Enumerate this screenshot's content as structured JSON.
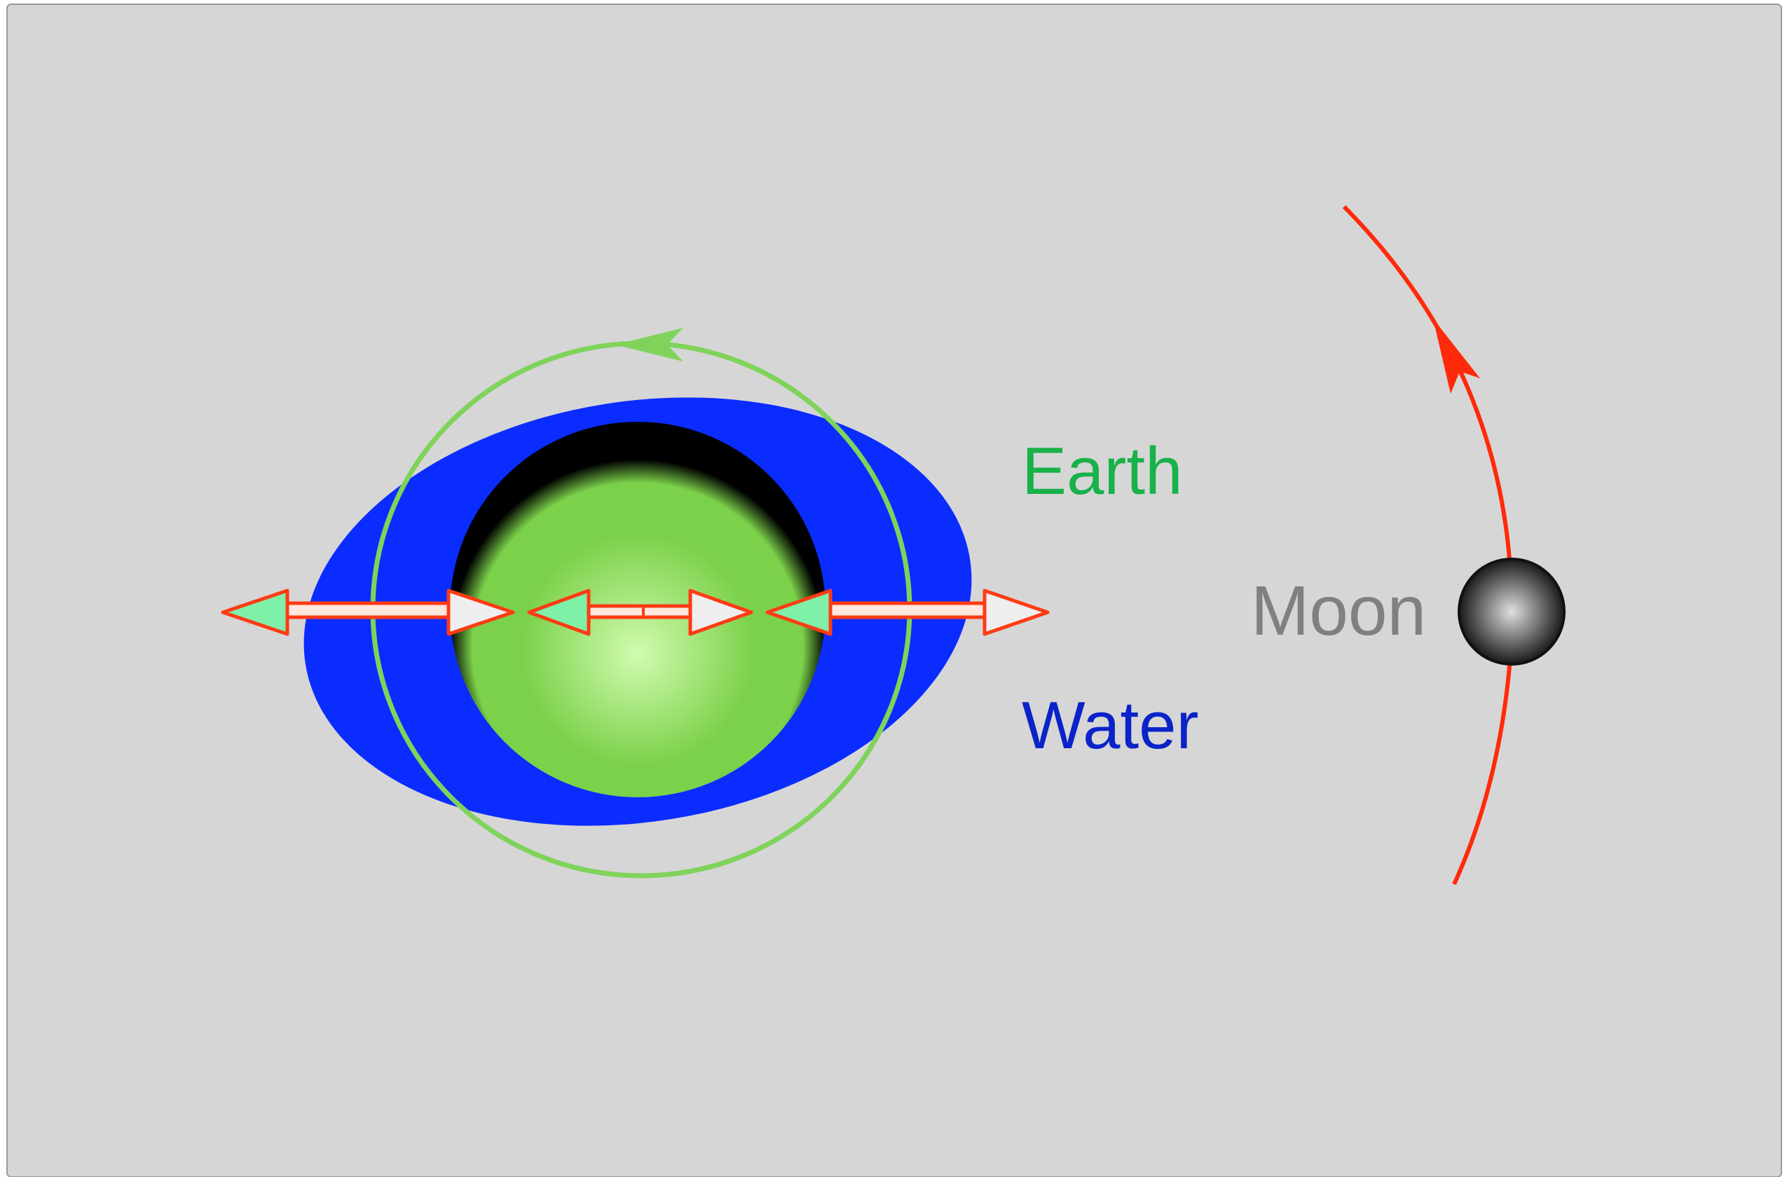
{
  "diagram": {
    "labels": {
      "earth": "Earth",
      "water": "Water",
      "moon": "Moon"
    },
    "colors": {
      "background": "#d6d6d6",
      "water": "#0b2cff",
      "earth_light": "#d2fbb0",
      "earth_mid": "#7bd14a",
      "earth_dark": "#000000",
      "rotation_arrow": "#7fd35a",
      "orbit_arrow": "#ff2a0a",
      "force_arrow_outline": "#ff3b14",
      "force_arrow_head_fill_left": "#7ff0a7",
      "force_arrow_head_fill_right": "#eeeeee",
      "force_arrow_shaft_fill": "#ffe8e0",
      "earth_label": "#19b14a",
      "water_label": "#0a23c8",
      "moon_label": "#808080",
      "moon_light": "#e0e0e0",
      "moon_dark": "#1a1a1a"
    },
    "icons": {
      "earth": "sphere",
      "moon": "sphere",
      "rotation": "circular-arrow-counterclockwise",
      "orbit": "curved-arrow-upward",
      "forces": "double-headed-arrow"
    }
  }
}
